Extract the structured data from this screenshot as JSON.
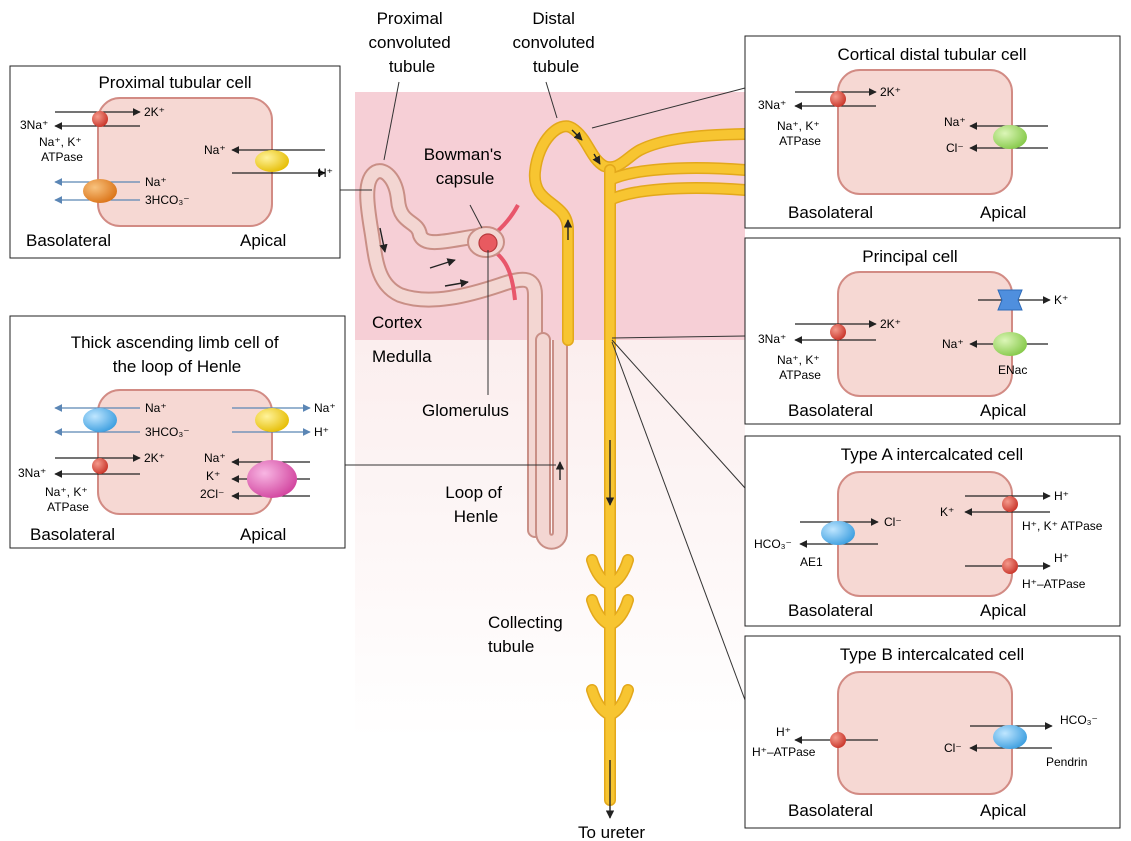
{
  "colors": {
    "kidney_zone": "#f6cfd6",
    "tubule_yellow": "#f7c531",
    "tubule_yellow_edge": "#e3a81b",
    "tubule_pink": "#f3d6d2",
    "tubule_pink_edge": "#c98f86",
    "cell_fill": "#f6d8d3",
    "cell_edge": "#d28b84",
    "pump_red": "#d9473b",
    "symporter_orange": "#e98a2a",
    "channel_yellow": "#f6d20e",
    "channel_green": "#9fd866",
    "channel_blue": "#58b4ec",
    "channel_magenta": "#e25fbc",
    "potassium_channel": "#4f8fde",
    "arrow_dark": "#222222",
    "arrow_blue": "#5b86b5"
  },
  "main": {
    "proximal_tubule_label": [
      "Proximal",
      "convoluted",
      "tubule"
    ],
    "distal_tubule_label": [
      "Distal",
      "convoluted",
      "tubule"
    ],
    "bowmans_capsule_label": [
      "Bowman's",
      "capsule"
    ],
    "cortex_label": "Cortex",
    "medulla_label": "Medulla",
    "glomerulus_label": "Glomerulus",
    "loop_of_henle_label": [
      "Loop of",
      "Henle"
    ],
    "collecting_tubule_label": [
      "Collecting",
      "tubule"
    ],
    "to_ureter_label": "To ureter"
  },
  "panels": {
    "proximal": {
      "title": "Proximal tubular cell",
      "basolateral": "Basolateral",
      "apical": "Apical",
      "k_in": "2K⁺",
      "na_out": "3Na⁺",
      "pump_name": [
        "Na⁺, K⁺",
        "ATPase"
      ],
      "na_apical": "Na⁺",
      "h_apical": "H⁺",
      "na_baso": "Na⁺",
      "hco3_baso": "3HCO₃⁻"
    },
    "thick": {
      "title": [
        "Thick ascending limb cell of",
        "the loop of Henle"
      ],
      "basolateral": "Basolateral",
      "apical": "Apical",
      "na_baso": "Na⁺",
      "hco3_baso": "3HCO₃⁻",
      "na_apical_1": "Na⁺",
      "h_apical": "H⁺",
      "k_in": "2K⁺",
      "na_out": "3Na⁺",
      "pump_name": [
        "Na⁺, K⁺",
        "ATPase"
      ],
      "na_nkcc": "Na⁺",
      "k_nkcc": "K⁺",
      "cl_nkcc": "2Cl⁻"
    },
    "cortical": {
      "title": "Cortical distal tubular cell",
      "basolateral": "Basolateral",
      "apical": "Apical",
      "k_in": "2K⁺",
      "na_out": "3Na⁺",
      "pump_name": [
        "Na⁺, K⁺",
        "ATPase"
      ],
      "na_apical": "Na⁺",
      "cl_apical": "Cl⁻"
    },
    "principal": {
      "title": "Principal cell",
      "basolateral": "Basolateral",
      "apical": "Apical",
      "k_in": "2K⁺",
      "na_out": "3Na⁺",
      "pump_name": [
        "Na⁺, K⁺",
        "ATPase"
      ],
      "k_apical": "K⁺",
      "na_apical": "Na⁺",
      "enac": "ENac"
    },
    "type_a": {
      "title": "Type A intercalcated cell",
      "basolateral": "Basolateral",
      "apical": "Apical",
      "h_top": "H⁺",
      "k_top": "K⁺",
      "hk_name": "H⁺, K⁺ ATPase",
      "cl_baso": "Cl⁻",
      "hco3_baso": "HCO₃⁻",
      "ae1": "AE1",
      "h_bottom": "H⁺",
      "h_atpase": "H⁺–ATPase"
    },
    "type_b": {
      "title": "Type B intercalcated cell",
      "basolateral": "Basolateral",
      "apical": "Apical",
      "h_baso": "H⁺",
      "h_atpase": "H⁺–ATPase",
      "hco3_apical": "HCO₃⁻",
      "cl_apical": "Cl⁻",
      "pendrin": "Pendrin"
    }
  }
}
